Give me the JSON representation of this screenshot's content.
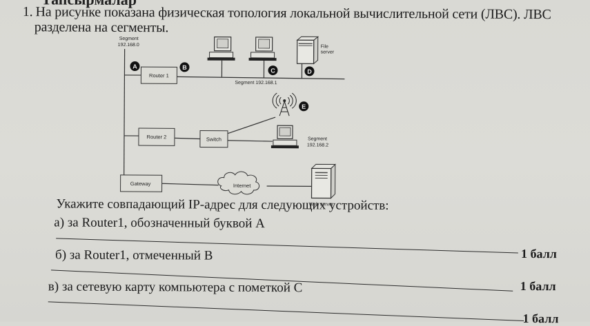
{
  "header": {
    "cut_title": "Тапсырмалар"
  },
  "question": {
    "number": "1.",
    "text_line1": "На рисунке показана физическая топология локальной вычислительной сети (ЛВС). ЛВС",
    "text_line2": "разделена на сегменты."
  },
  "diagram": {
    "segment0_label": "Segment",
    "segment0_addr": "192.168.0",
    "router1": "Router 1",
    "router2": "Router 2",
    "switch": "Switch",
    "gateway": "Gateway",
    "internet": "Internet",
    "segment1_label": "Segment 192.168.1",
    "segment2_label": "Segment",
    "segment2_addr": "192.168.2",
    "file_server_l1": "File",
    "file_server_l2": "server",
    "web_server": "Web server",
    "markers": [
      "A",
      "B",
      "C",
      "D",
      "E"
    ]
  },
  "task": {
    "prompt": "Укажите совпадающий IP-адрес для следующих устройств:",
    "items": [
      {
        "label": "а) за Router1, обозначенный буквой А",
        "score": "1 балл"
      },
      {
        "label": "б) за Router1, отмеченный B",
        "score": "1 балл"
      },
      {
        "label": "в) за сетевую карту компьютера с пометкой С",
        "score": "1 балл"
      }
    ]
  }
}
